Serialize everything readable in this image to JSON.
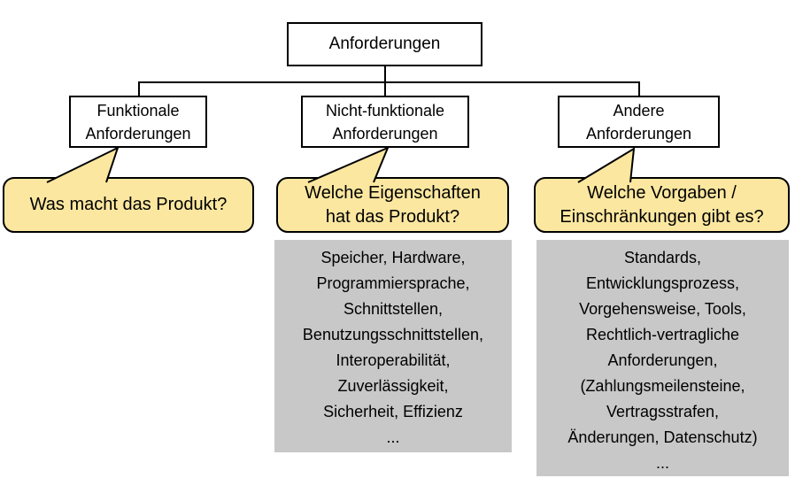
{
  "colors": {
    "background": "#FFFFFF",
    "bubble_fill": "#FBE7A0",
    "detail_fill": "#C8C8C8",
    "stroke": "#000000"
  },
  "root": {
    "label": "Anforderungen"
  },
  "columns": [
    {
      "box_lines": [
        "Funktionale",
        "Anforderungen"
      ],
      "bubble_lines": [
        "Was macht das Produkt?"
      ],
      "detail_lines": []
    },
    {
      "box_lines": [
        "Nicht-funktionale",
        "Anforderungen"
      ],
      "bubble_lines": [
        "Welche Eigenschaften",
        "hat das Produkt?"
      ],
      "detail_lines": [
        "Speicher, Hardware,",
        "Programmiersprache,",
        "Schnittstellen,",
        "Benutzungsschnittstellen,",
        "Interoperabilität,",
        "Zuverlässigkeit,",
        "Sicherheit, Effizienz",
        "..."
      ]
    },
    {
      "box_lines": [
        "Andere",
        "Anforderungen"
      ],
      "bubble_lines": [
        "Welche Vorgaben /",
        "Einschränkungen gibt es?"
      ],
      "detail_lines": [
        "Standards,",
        "Entwicklungsprozess,",
        "Vorgehensweise, Tools,",
        "Rechtlich-vertragliche",
        "Anforderungen,",
        "(Zahlungsmeilensteine,",
        "Vertragsstrafen,",
        "Änderungen, Datenschutz)",
        "..."
      ]
    }
  ]
}
